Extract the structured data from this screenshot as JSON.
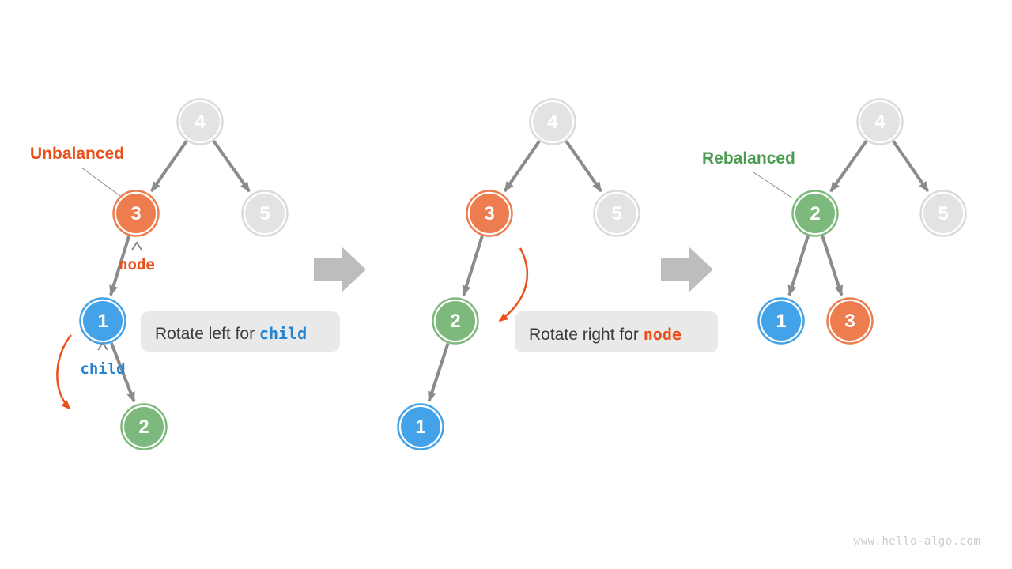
{
  "watermark": "www.hello-algo.com",
  "colors": {
    "node_orange": "#ED7C4F",
    "node_blue": "#43A2E8",
    "node_green": "#7DB97D",
    "node_gray_fill": "#E3E3E3",
    "node_gray_ring": "#DADADA",
    "node_text": "#FFFFFF",
    "edge": "#8B8B8B",
    "big_arrow": "#BDBDBD",
    "unbalanced_label": "#E8511C",
    "rebalanced_label": "#4C9B51",
    "keyword_blue": "#2484D2",
    "keyword_orange": "#E8511C",
    "caption_bg": "#E9E9E9",
    "caption_text": "#3C3C3C",
    "caret": "#8A8A8A",
    "watermark_color": "#CCCCCC"
  },
  "trees": [
    {
      "label": "Unbalanced",
      "nodes": [
        {
          "value": "4",
          "color": "gray"
        },
        {
          "value": "3",
          "color": "orange"
        },
        {
          "value": "5",
          "color": "gray"
        },
        {
          "value": "1",
          "color": "blue"
        },
        {
          "value": "2",
          "color": "green"
        }
      ],
      "pointers": [
        {
          "text": "node"
        },
        {
          "text": "child"
        }
      ]
    },
    {
      "nodes": [
        {
          "value": "4",
          "color": "gray"
        },
        {
          "value": "3",
          "color": "orange"
        },
        {
          "value": "5",
          "color": "gray"
        },
        {
          "value": "2",
          "color": "green"
        },
        {
          "value": "1",
          "color": "blue"
        }
      ]
    },
    {
      "label": "Rebalanced",
      "nodes": [
        {
          "value": "4",
          "color": "gray"
        },
        {
          "value": "2",
          "color": "green"
        },
        {
          "value": "5",
          "color": "gray"
        },
        {
          "value": "1",
          "color": "blue"
        },
        {
          "value": "3",
          "color": "orange"
        }
      ]
    }
  ],
  "captions": [
    {
      "prefix": "Rotate left for ",
      "keyword": "child"
    },
    {
      "prefix": "Rotate right for ",
      "keyword": "node"
    }
  ]
}
